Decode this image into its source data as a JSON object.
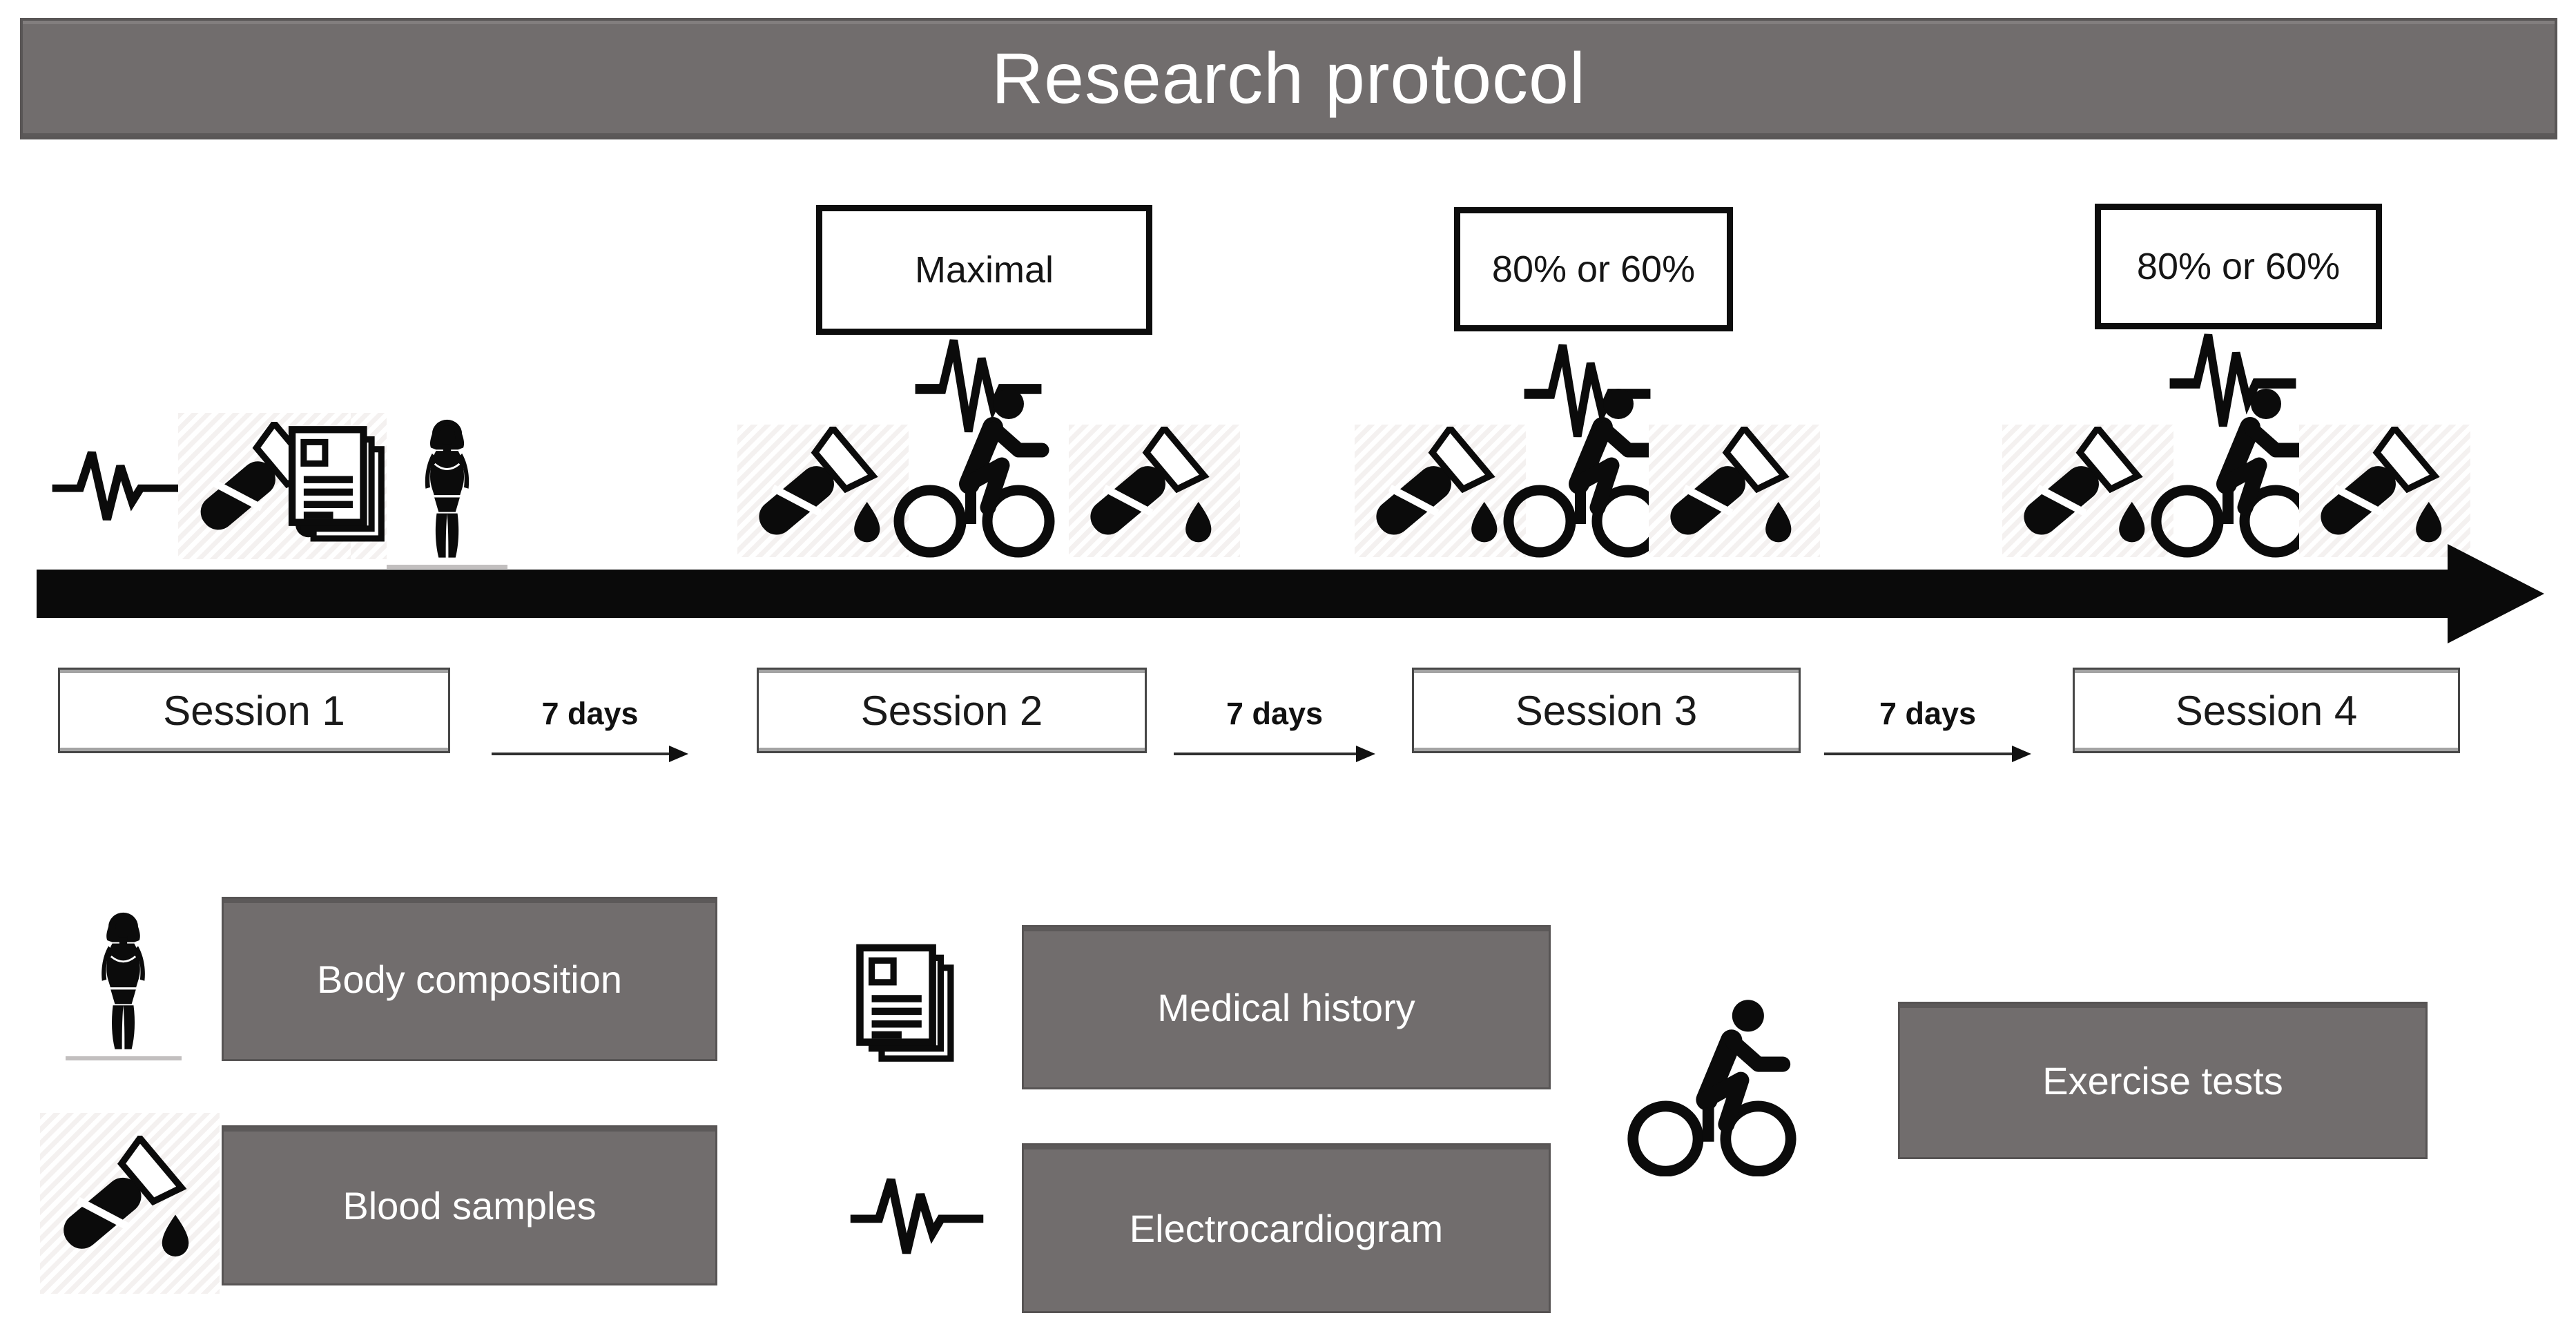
{
  "title": "Research protocol",
  "colors": {
    "panel_gray": "#716d6d",
    "icon_black": "#0b0b0b",
    "text_white": "#ffffff",
    "timeline_black": "#0a0a0a"
  },
  "timeline": {
    "gap_label": "7 days",
    "sessions": [
      {
        "label": "Session 1",
        "icons": [
          "ecg-icon",
          "blood-sample-icon",
          "medical-history-icon",
          "body-figure-icon"
        ]
      },
      {
        "label": "Session 2",
        "intensity": "Maximal",
        "icons": [
          "blood-sample-icon",
          "ecg-icon",
          "cyclist-icon",
          "blood-sample-icon"
        ]
      },
      {
        "label": "Session 3",
        "intensity": "80% or 60%",
        "icons": [
          "blood-sample-icon",
          "ecg-icon",
          "cyclist-icon",
          "blood-sample-icon"
        ]
      },
      {
        "label": "Session 4",
        "intensity": "80% or 60%",
        "icons": [
          "blood-sample-icon",
          "ecg-icon",
          "cyclist-icon",
          "blood-sample-icon"
        ]
      }
    ]
  },
  "legend": [
    {
      "icon": "body-figure-icon",
      "label": "Body composition"
    },
    {
      "icon": "blood-sample-icon",
      "label": "Blood samples"
    },
    {
      "icon": "medical-history-icon",
      "label": "Medical history"
    },
    {
      "icon": "ecg-icon",
      "label": "Electrocardiogram"
    },
    {
      "icon": "cyclist-icon",
      "label": "Exercise tests"
    }
  ]
}
